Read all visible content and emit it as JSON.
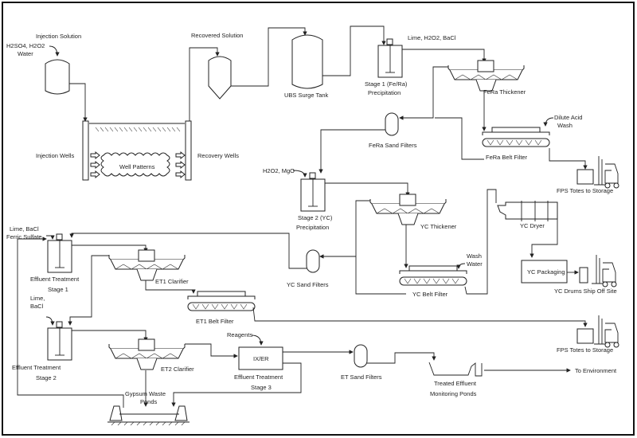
{
  "labels": {
    "injection_solution": "Injection Solution",
    "injection_reagents_1": "H2SO4, H2O2",
    "injection_reagents_2": "Water",
    "recovered_solution": "Recovered Solution",
    "ubs_surge_tank": "UBS Surge Tank",
    "stage1_reagents": "Lime, H2O2, BaCl",
    "stage1_line1": "Stage 1 (Fe/Ra)",
    "stage1_line2": "Precipitation",
    "fera_thickener": "FeRa Thickener",
    "fera_sand_filters": "FeRa Sand Filters",
    "dilute_acid_1": "Dilute Acid",
    "dilute_acid_2": "Wash",
    "fera_belt_filter": "FeRa Belt Filter",
    "fps_totes_1": "FPS Totes to Storage",
    "injection_wells": "Injection Wells",
    "well_patterns": "Well Patterns",
    "recovery_wells": "Recovery Wells",
    "stage2_reagents": "H2O2, MgO",
    "stage2_line1": "Stage 2 (YC)",
    "stage2_line2": "Precipitation",
    "yc_thickener": "YC Thickener",
    "yc_dryer": "YC Dryer",
    "wash_water_1": "Wash",
    "wash_water_2": "Water",
    "yc_belt_filter": "YC Belt Filter",
    "yc_sand_filters": "YC Sand Filters",
    "yc_packaging": "YC Packaging",
    "yc_drums": "YC Drums Ship Off Site",
    "et1_reagents_1": "Lime, BaCl",
    "et1_reagents_2": "Ferric Sulfate",
    "et_stage1_line1": "Effluent Treatment",
    "et_stage1_line2": "Stage 1",
    "et1_clarifier": "ET1 Clarifier",
    "et1_belt_filter": "ET1 Belt Filter",
    "fps_totes_2": "FPS Totes to Storage",
    "et2_reagents_1": "Lime,",
    "et2_reagents_2": "BaCl",
    "et_stage2_line1": "Effluent Treatment",
    "et_stage2_line2": "Stage 2",
    "et2_clarifier": "ET2 Clarifier",
    "reagents": "Reagents",
    "ixer": "IX/ER",
    "et_stage3_line1": "Effluent Treatment",
    "et_stage3_line2": "Stage 3",
    "et_sand_filters": "ET Sand Filters",
    "treated_effluent_1": "Treated Effluent",
    "treated_effluent_2": "Monitoring Ponds",
    "gypsum_1": "Gypsum Waste",
    "gypsum_2": "Ponds",
    "to_environment": "To Environment"
  },
  "colors": {
    "line": "#222222",
    "background": "#ffffff"
  }
}
